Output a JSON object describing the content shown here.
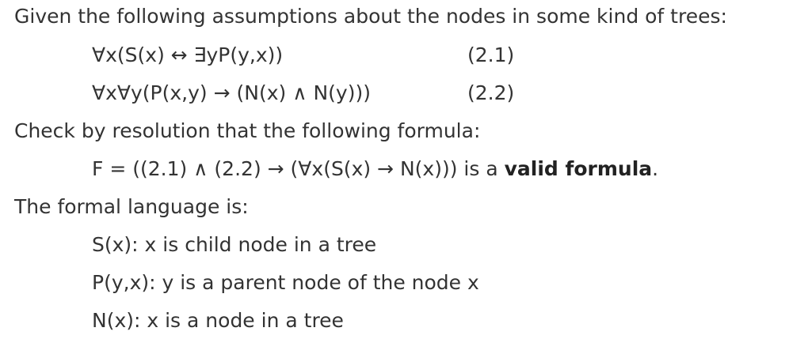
{
  "intro": "Given the following assumptions about the nodes in some kind of trees:",
  "assumptions": [
    {
      "formula": "∀x(S(x) ↔ ∃yP(y,x))",
      "number": "(2.1)"
    },
    {
      "formula": "∀x∀y(P(x,y) → (N(x) ∧ N(y)))",
      "number": "(2.2)"
    }
  ],
  "check_text": "Check by resolution that the following formula:",
  "target": {
    "formula": "F = ((2.1) ∧ (2.2) → (∀x(S(x) → N(x))) is a ",
    "emphasis": "valid formula",
    "suffix": "."
  },
  "language_heading": "The formal language is:",
  "definitions": [
    "S(x): x is child node in a tree",
    "P(y,x): y is a parent node of the node x",
    "N(x): x is a node in a tree"
  ]
}
